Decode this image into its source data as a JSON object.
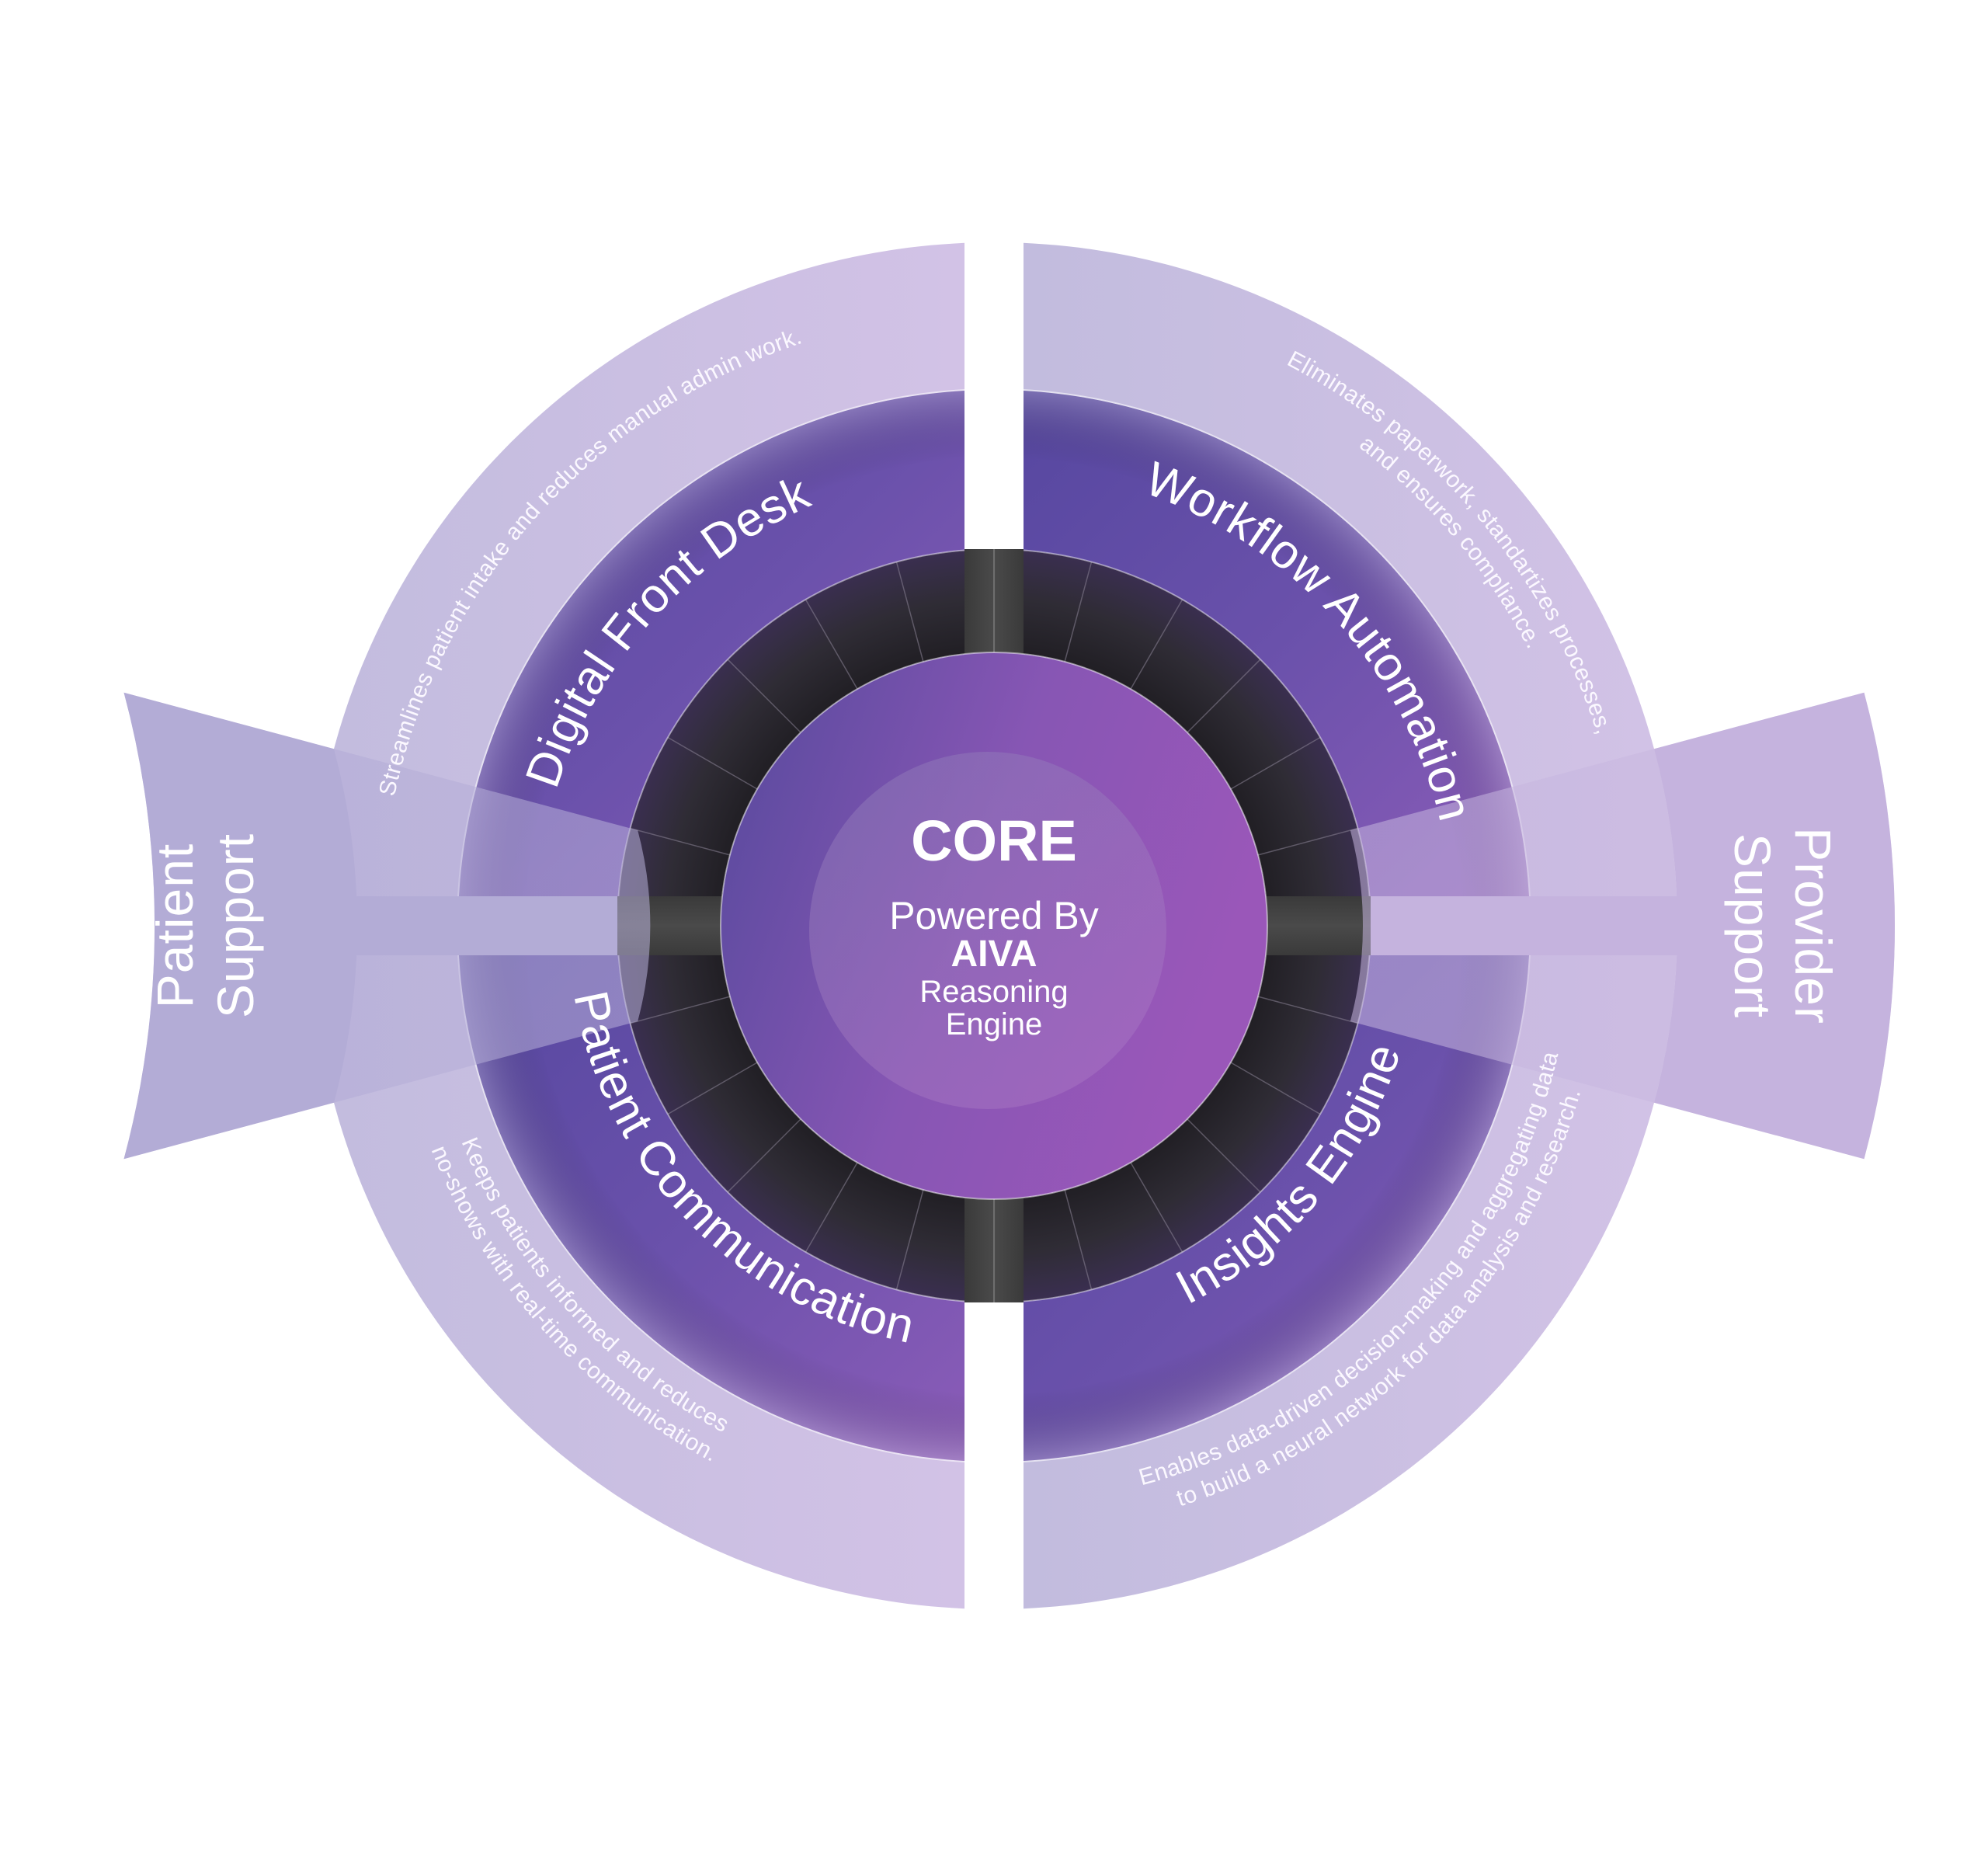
{
  "core": {
    "title": "CORE",
    "line1": "Powered By",
    "line2": "AIVA",
    "line3": "Reasoning",
    "line4": "Engine"
  },
  "quadrants": [
    {
      "id": "digital-front-desk",
      "title": "Digital Front Desk",
      "description_lines": [
        "Streamlines patient intake and reduces manual admin work."
      ]
    },
    {
      "id": "workflow-automation",
      "title": "Workflow Automation",
      "description_lines": [
        "Eliminates paperwork, standartizes processes,",
        "and ensures compliance."
      ]
    },
    {
      "id": "patient-communication",
      "title": "Patient Communication",
      "description_lines": [
        "Keeps patients informed and reduces",
        "no-shows with real-time communication."
      ]
    },
    {
      "id": "insights-engine",
      "title": "Insights Engine",
      "description_lines": [
        "Enables data-driven decision-making and aggregating data",
        "to build a neural network for data analysis and research."
      ]
    }
  ],
  "sides": {
    "left": {
      "line1": "Patient",
      "line2": "Support"
    },
    "right": {
      "line1": "Provider",
      "line2": "Support"
    }
  },
  "colors": {
    "outer_ring_left": "#c3bddf",
    "outer_ring_right": "#cfc1e5",
    "mid_ring_left": "#5b4ca3",
    "mid_ring_right": "#8a5bb6",
    "dark_ring": "#2e2a33",
    "core_left": "#574a9e",
    "core_right": "#9657b8",
    "side_left": "#b3acd6",
    "side_right": "#c5b3de"
  }
}
